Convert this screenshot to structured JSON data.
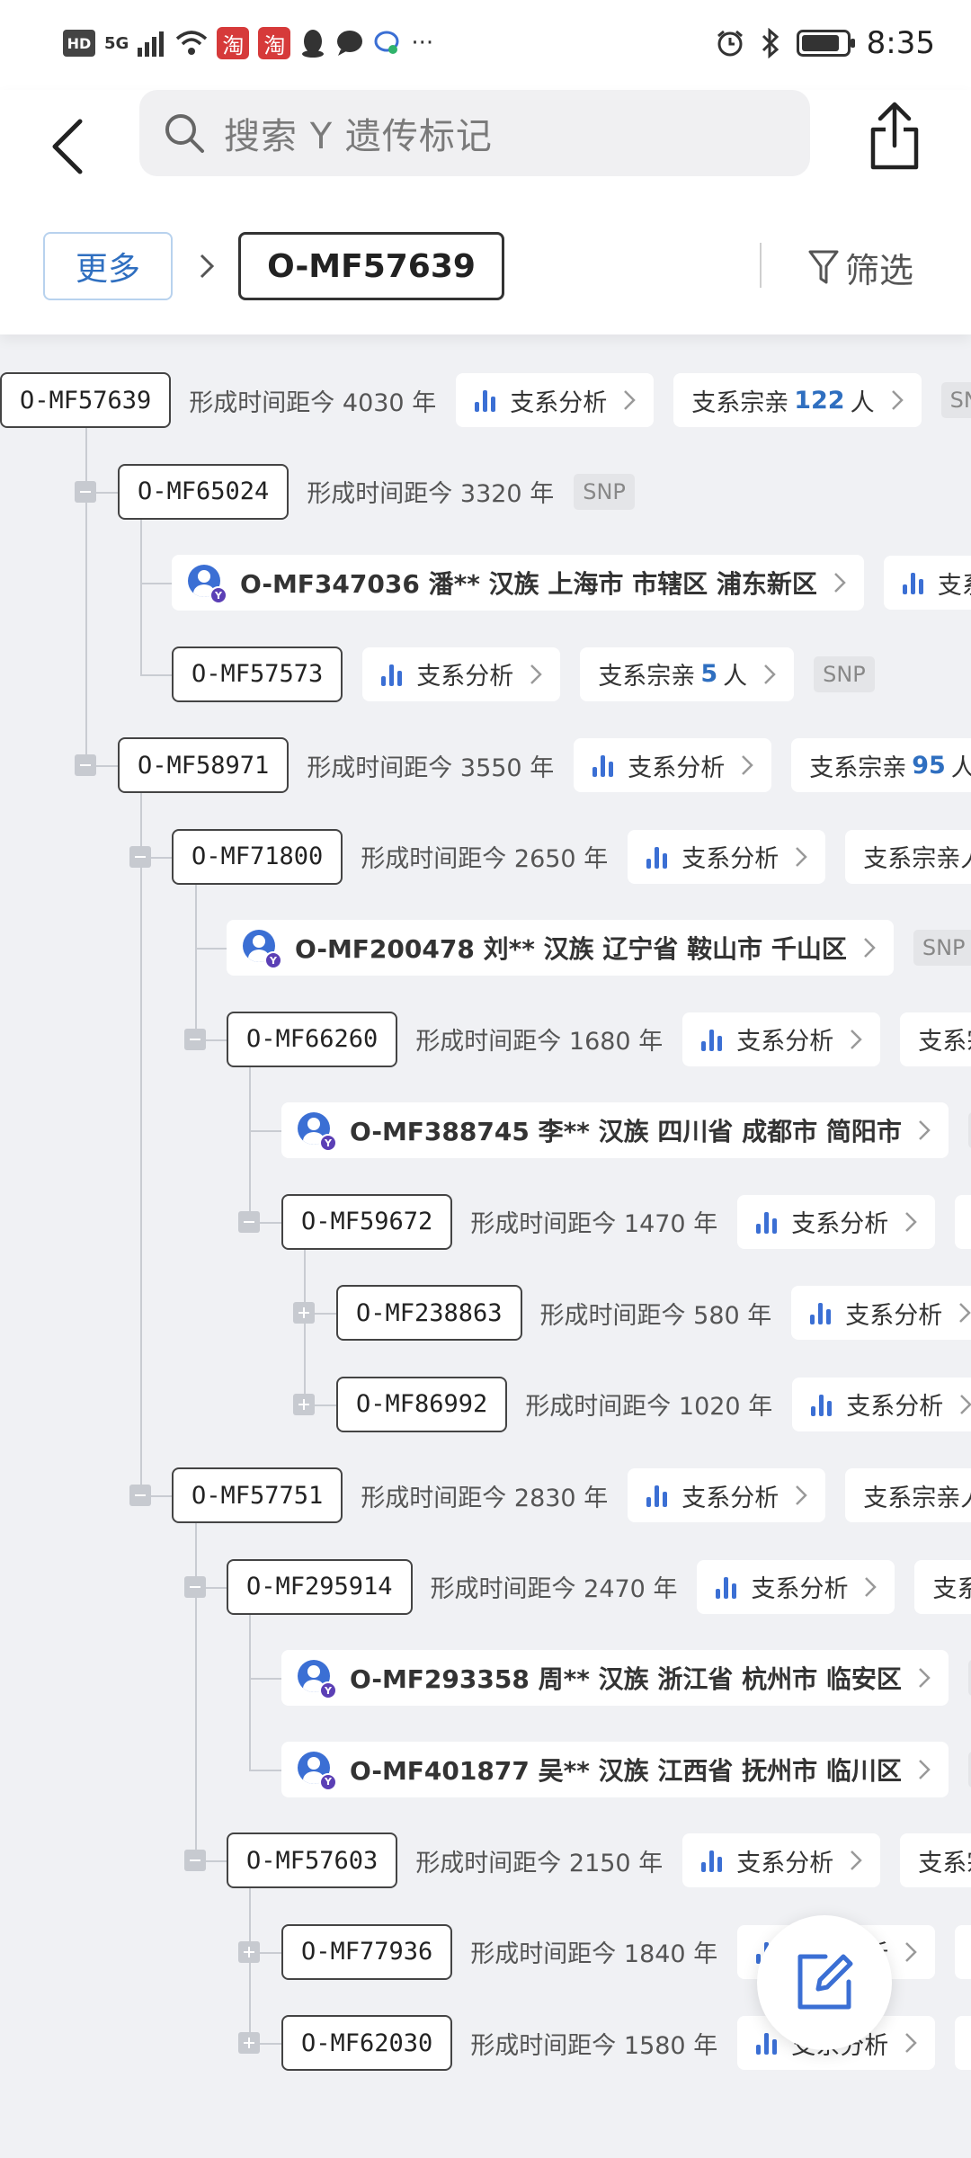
{
  "status_bar": {
    "hd": "HD",
    "network": "5G",
    "app1": "淘",
    "app2": "淘",
    "more": "···",
    "time": "8:35",
    "battery_level": 0.85
  },
  "header": {
    "search_placeholder": "搜索 Y 遗传标记",
    "more_label": "更多",
    "current_node": "O-MF57639",
    "filter_label": "筛选"
  },
  "labels": {
    "age_prefix": "形成时间距今",
    "age_unit": "年",
    "analysis": "支系分析",
    "relatives_prefix": "支系宗亲",
    "relatives_unit": "人",
    "snp": "SNP"
  },
  "tree": [
    {
      "type": "node",
      "id": "O-MF57639",
      "age": "4030",
      "relatives": "122",
      "snp": true
    },
    {
      "type": "node",
      "id": "O-MF65024",
      "age": "3320",
      "snp": true,
      "expanded": true
    },
    {
      "type": "sample",
      "text": "O-MF347036 潘** 汉族 上海市 市辖区 浦东新区"
    },
    {
      "type": "node",
      "id": "O-MF57573",
      "relatives": "5",
      "snp": true
    },
    {
      "type": "node",
      "id": "O-MF58971",
      "age": "3550",
      "relatives": "95",
      "expanded": true
    },
    {
      "type": "node",
      "id": "O-MF71800",
      "age": "2650",
      "expanded": true
    },
    {
      "type": "sample",
      "text": "O-MF200478 刘** 汉族 辽宁省 鞍山市 千山区",
      "snp": true
    },
    {
      "type": "node",
      "id": "O-MF66260",
      "age": "1680",
      "expanded": true
    },
    {
      "type": "sample",
      "text": "O-MF388745 李** 汉族 四川省 成都市 简阳市",
      "snp": true
    },
    {
      "type": "node",
      "id": "O-MF59672",
      "age": "1470",
      "expanded": true
    },
    {
      "type": "node",
      "id": "O-MF238863",
      "age": "580",
      "expanded": false
    },
    {
      "type": "node",
      "id": "O-MF86992",
      "age": "1020",
      "expanded": false
    },
    {
      "type": "node",
      "id": "O-MF57751",
      "age": "2830",
      "expanded": true
    },
    {
      "type": "node",
      "id": "O-MF295914",
      "age": "2470",
      "expanded": true
    },
    {
      "type": "sample",
      "text": "O-MF293358 周** 汉族 浙江省 杭州市 临安区",
      "snp": true
    },
    {
      "type": "sample",
      "text": "O-MF401877 吴** 汉族 江西省 抚州市 临川区",
      "snp": true
    },
    {
      "type": "node",
      "id": "O-MF57603",
      "age": "2150",
      "expanded": true
    },
    {
      "type": "node",
      "id": "O-MF77936",
      "age": "1840",
      "expanded": false
    },
    {
      "type": "node",
      "id": "O-MF62030",
      "age": "1580",
      "expanded": false
    }
  ],
  "colors": {
    "accent": "#2f6fc0",
    "bar_icon": "#3b6fd4",
    "background": "#f0f1f4"
  }
}
